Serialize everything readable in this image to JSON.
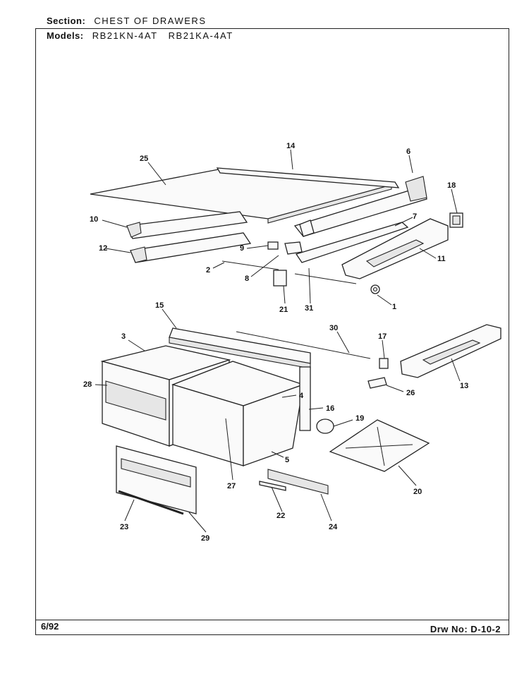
{
  "header": {
    "section_label": "Section:",
    "section_value": "CHEST OF DRAWERS",
    "models_label": "Models:",
    "models_value": "RB21KN-4AT   RB21KA-4AT"
  },
  "footer": {
    "date": "6/92",
    "drawing_number": "Drw No: D-10-2"
  },
  "callouts": {
    "c1": "1",
    "c2": "2",
    "c3": "3",
    "c4": "4",
    "c5": "5",
    "c6": "6",
    "c7": "7",
    "c8": "8",
    "c9": "9",
    "c10": "10",
    "c11": "11",
    "c12": "12",
    "c13": "13",
    "c14": "14",
    "c15": "15",
    "c16": "16",
    "c17": "17",
    "c18": "18",
    "c19": "19",
    "c20": "20",
    "c21": "21",
    "c22": "22",
    "c23": "23",
    "c24": "24",
    "c25": "25",
    "c26": "26",
    "c27": "27",
    "c28": "28",
    "c29": "29",
    "c30": "30",
    "c31": "31"
  }
}
